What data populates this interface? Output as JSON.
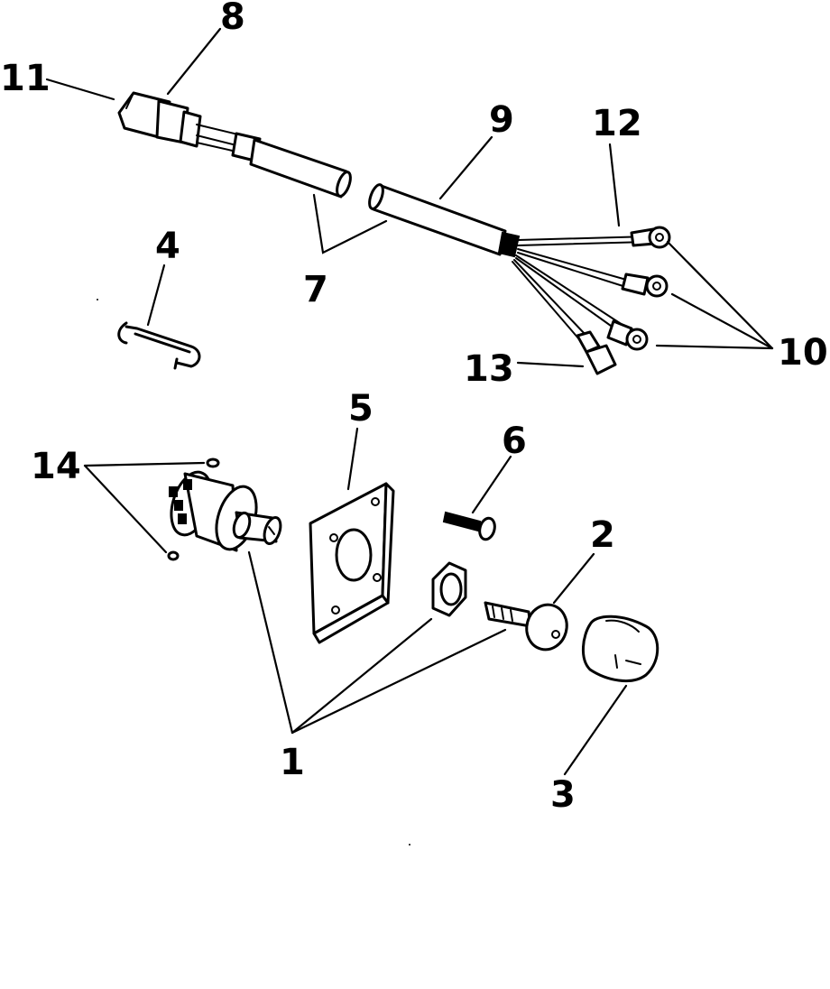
{
  "callouts": {
    "c1": "1",
    "c2": "2",
    "c3": "3",
    "c4": "4",
    "c5": "5",
    "c6": "6",
    "c7": "7",
    "c8": "8",
    "c9": "9",
    "c10": "10",
    "c11": "11",
    "c12": "12",
    "c13": "13",
    "c14": "14"
  },
  "footer_code": "",
  "colors": {
    "ink": "#000000",
    "paper": "#ffffff"
  },
  "parts_shown": [
    "connector-housing",
    "wire-harness",
    "ring-terminals",
    "bullet-terminal",
    "retainer-clip",
    "ignition-switch",
    "mounting-plate",
    "screw",
    "hex-nut",
    "key",
    "switch-boot",
    "set-screws"
  ]
}
